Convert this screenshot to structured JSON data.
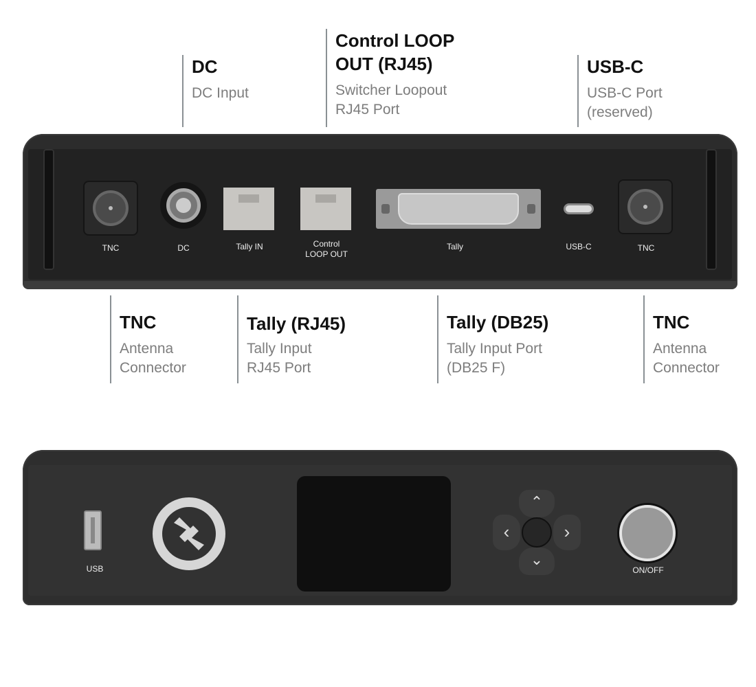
{
  "callouts_top": [
    {
      "title": "DC",
      "desc": [
        "DC Input"
      ]
    },
    {
      "title": [
        "Control LOOP",
        "OUT (RJ45)"
      ],
      "desc": [
        "Switcher Loopout",
        "RJ45 Port"
      ]
    },
    {
      "title": "USB-C",
      "desc": [
        "USB-C Port",
        "(reserved)"
      ]
    }
  ],
  "callouts_bottom": [
    {
      "title": "TNC",
      "desc": [
        "Antenna",
        "Connector"
      ]
    },
    {
      "title": "Tally (RJ45)",
      "desc": [
        "Tally Input",
        "RJ45 Port"
      ]
    },
    {
      "title": "Tally (DB25)",
      "desc": [
        "Tally Input Port",
        "(DB25 F)"
      ]
    },
    {
      "title": "TNC",
      "desc": [
        "Antenna",
        "Connector"
      ]
    }
  ],
  "rear_panel": {
    "labels": {
      "tnc_left": "TNC",
      "dc": "DC",
      "tally_in": "Tally IN",
      "control": "Control",
      "loop_out": "LOOP OUT",
      "tally": "Tally",
      "usbc": "USB-C",
      "tnc_right": "TNC"
    }
  },
  "front_panel": {
    "labels": {
      "usb": "USB",
      "onoff": "ON/OFF"
    },
    "dpad_icons": [
      "chevron-up-icon",
      "chevron-left-icon",
      "chevron-right-icon",
      "chevron-down-icon"
    ]
  }
}
